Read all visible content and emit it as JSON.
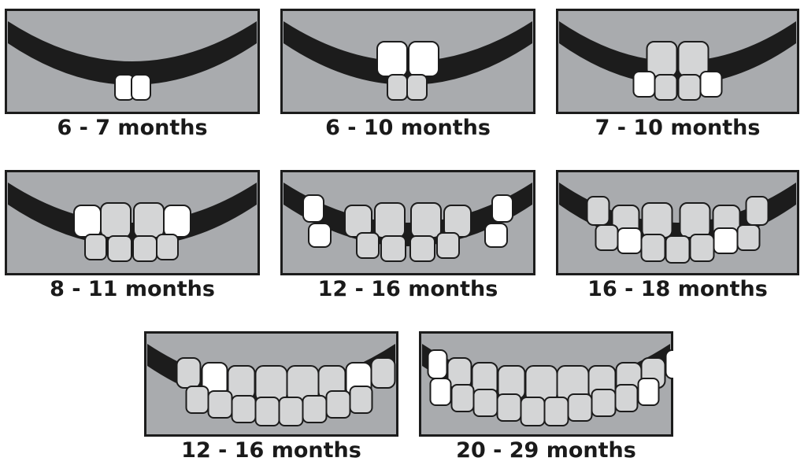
{
  "colors": {
    "background": "#ffffff",
    "panel": "#a9abae",
    "gum": "#1c1c1c",
    "erupting_tooth": "#ffffff",
    "erupted_tooth": "#d4d5d6",
    "outline": "#1c1c1c"
  },
  "stages": [
    {
      "label": "6 - 7 months"
    },
    {
      "label": "6 - 10 months"
    },
    {
      "label": "7 - 10 months"
    },
    {
      "label": "8 - 11 months"
    },
    {
      "label": "12 - 16 months"
    },
    {
      "label": "16 - 18 months"
    },
    {
      "label": "12 - 16 months"
    },
    {
      "label": "20 - 29 months"
    }
  ]
}
